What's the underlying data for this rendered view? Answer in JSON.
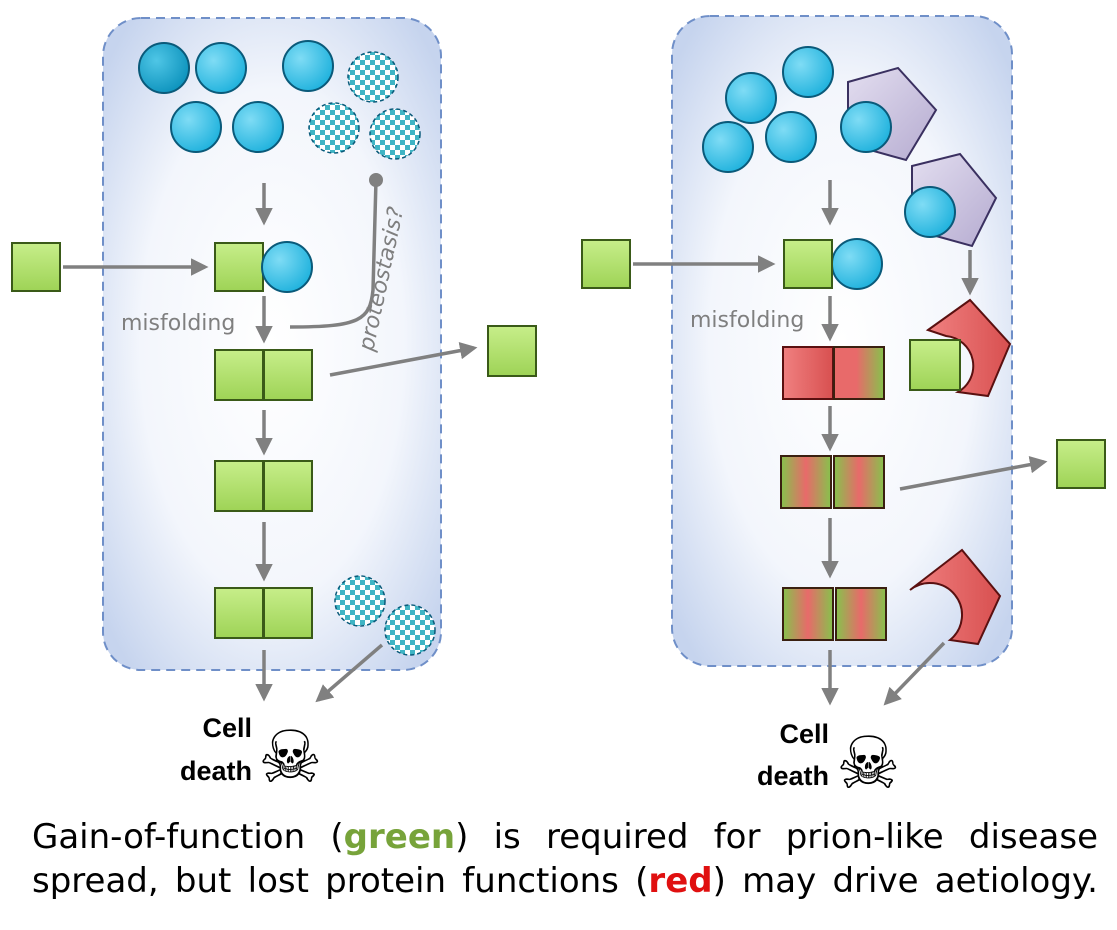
{
  "left_panel": {
    "misfolding_label": "misfolding",
    "proteostasis_label": "proteostasis?",
    "cell_label": "Cell",
    "death_label": "death",
    "skull_icon": "skull-crossbones-icon"
  },
  "right_panel": {
    "misfolding_label": "misfolding",
    "cell_label": "Cell",
    "death_label": "death",
    "skull_icon": "skull-crossbones-icon"
  },
  "caption": {
    "line1_pre": "Gain-of-function (",
    "line1_green": "green",
    "line1_post": ") is required for prion-like disease",
    "line2_pre": "spread, but lost protein functions (",
    "line2_red": "red",
    "line2_post": ") may drive aetiology."
  },
  "colors": {
    "cell_border": "#6f8fc8",
    "cell_fill_edge": "#c9d7ef",
    "green_protein": "#a4d85a",
    "blue_chaperone": "#3dc2e6",
    "checkered": "#3fb4c4",
    "red_misfolded": "#e06464",
    "purple_receptor": "#c4bcd8",
    "arrow_gray": "#808080",
    "green_keyword": "#77a33a",
    "red_keyword": "#e01010"
  }
}
